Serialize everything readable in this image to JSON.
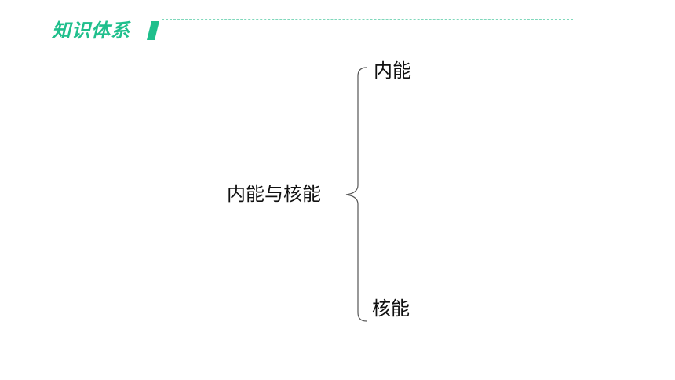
{
  "header": {
    "title": "知识体系",
    "accent_color": "#1fbf8c",
    "dash_color": "#7fd8bb"
  },
  "diagram": {
    "root": "内能与核能",
    "children": [
      "内能",
      "核能"
    ]
  }
}
